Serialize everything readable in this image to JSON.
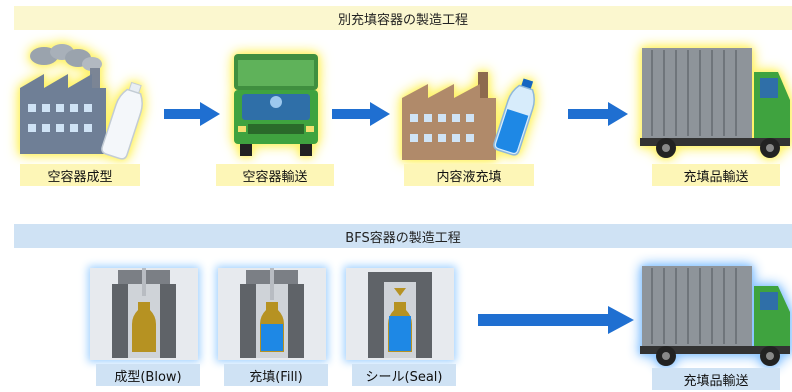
{
  "top_section": {
    "title": "別充填容器の製造工程",
    "steps": [
      {
        "label": "空容器成型"
      },
      {
        "label": "空容器輸送"
      },
      {
        "label": "内容液充填"
      },
      {
        "label": "充填品輸送"
      }
    ]
  },
  "bottom_section": {
    "title": "BFS容器の製造工程",
    "steps": [
      {
        "label": "成型(Blow)"
      },
      {
        "label": "充填(Fill)"
      },
      {
        "label": "シール(Seal)"
      },
      {
        "label": "充填品輸送"
      }
    ]
  },
  "colors": {
    "arrow_blue": "#1f6fd1",
    "factory_gray": "#6f7f96",
    "factory_brown": "#b08a6a",
    "truck_green": "#3fa33f",
    "liquid_blue": "#1e88e5",
    "liquid_gold": "#b69222"
  }
}
